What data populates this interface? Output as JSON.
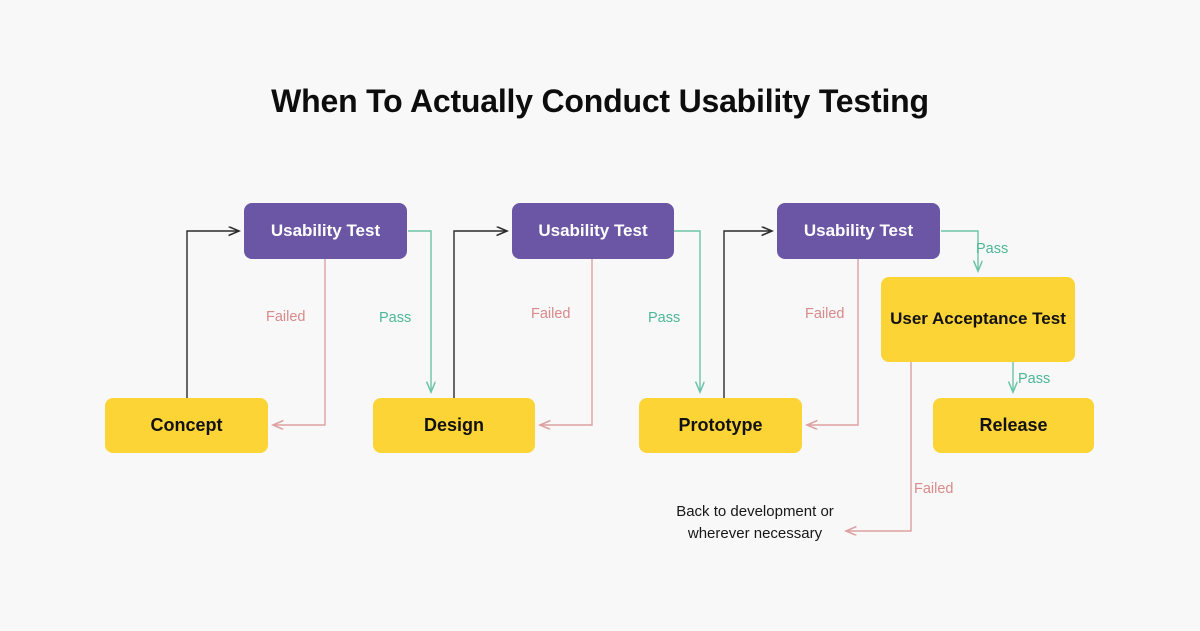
{
  "page": {
    "title": "When To Actually Conduct Usability Testing",
    "background_color": "#f8f8f8"
  },
  "colors": {
    "test_node": "#6b55a5",
    "stage_node": "#fcd436",
    "pass": "#4cb796",
    "failed": "#d98a8a",
    "default_arrow": "#2b2b2b",
    "title_text": "#0d0d0d"
  },
  "nodes": {
    "concept": "Concept",
    "usability_test_1": "Usability Test",
    "design": "Design",
    "usability_test_2": "Usability Test",
    "prototype": "Prototype",
    "usability_test_3": "Usability Test",
    "user_acceptance_test": "User Acceptance Test",
    "release": "Release"
  },
  "edge_labels": {
    "failed_1": "Failed",
    "pass_1": "Pass",
    "failed_2": "Failed",
    "pass_2": "Pass",
    "failed_3": "Failed",
    "pass_3": "Pass",
    "pass_4": "Pass",
    "failed_4": "Failed"
  },
  "annotations": {
    "back_to_development": "Back to development or\nwherever necessary"
  },
  "chart_data": {
    "type": "flowchart",
    "title": "When To Actually Conduct Usability Testing",
    "nodes": [
      {
        "id": "concept",
        "label": "Concept",
        "kind": "stage"
      },
      {
        "id": "usability_test_1",
        "label": "Usability Test",
        "kind": "test"
      },
      {
        "id": "design",
        "label": "Design",
        "kind": "stage"
      },
      {
        "id": "usability_test_2",
        "label": "Usability Test",
        "kind": "test"
      },
      {
        "id": "prototype",
        "label": "Prototype",
        "kind": "stage"
      },
      {
        "id": "usability_test_3",
        "label": "Usability Test",
        "kind": "test"
      },
      {
        "id": "user_acceptance_test",
        "label": "User Acceptance Test",
        "kind": "stage"
      },
      {
        "id": "release",
        "label": "Release",
        "kind": "stage"
      },
      {
        "id": "back_to_development",
        "label": "Back to development or wherever necessary",
        "kind": "note"
      }
    ],
    "edges": [
      {
        "from": "concept",
        "to": "usability_test_1",
        "label": "",
        "color": "#2b2b2b"
      },
      {
        "from": "usability_test_1",
        "to": "concept",
        "label": "Failed",
        "color": "#d98a8a"
      },
      {
        "from": "usability_test_1",
        "to": "design",
        "label": "Pass",
        "color": "#4cb796"
      },
      {
        "from": "design",
        "to": "usability_test_2",
        "label": "",
        "color": "#2b2b2b"
      },
      {
        "from": "usability_test_2",
        "to": "design",
        "label": "Failed",
        "color": "#d98a8a"
      },
      {
        "from": "usability_test_2",
        "to": "prototype",
        "label": "Pass",
        "color": "#4cb796"
      },
      {
        "from": "prototype",
        "to": "usability_test_3",
        "label": "",
        "color": "#2b2b2b"
      },
      {
        "from": "usability_test_3",
        "to": "prototype",
        "label": "Failed",
        "color": "#d98a8a"
      },
      {
        "from": "usability_test_3",
        "to": "user_acceptance_test",
        "label": "Pass",
        "color": "#4cb796"
      },
      {
        "from": "user_acceptance_test",
        "to": "release",
        "label": "Pass",
        "color": "#4cb796"
      },
      {
        "from": "user_acceptance_test",
        "to": "back_to_development",
        "label": "Failed",
        "color": "#d98a8a"
      }
    ]
  }
}
